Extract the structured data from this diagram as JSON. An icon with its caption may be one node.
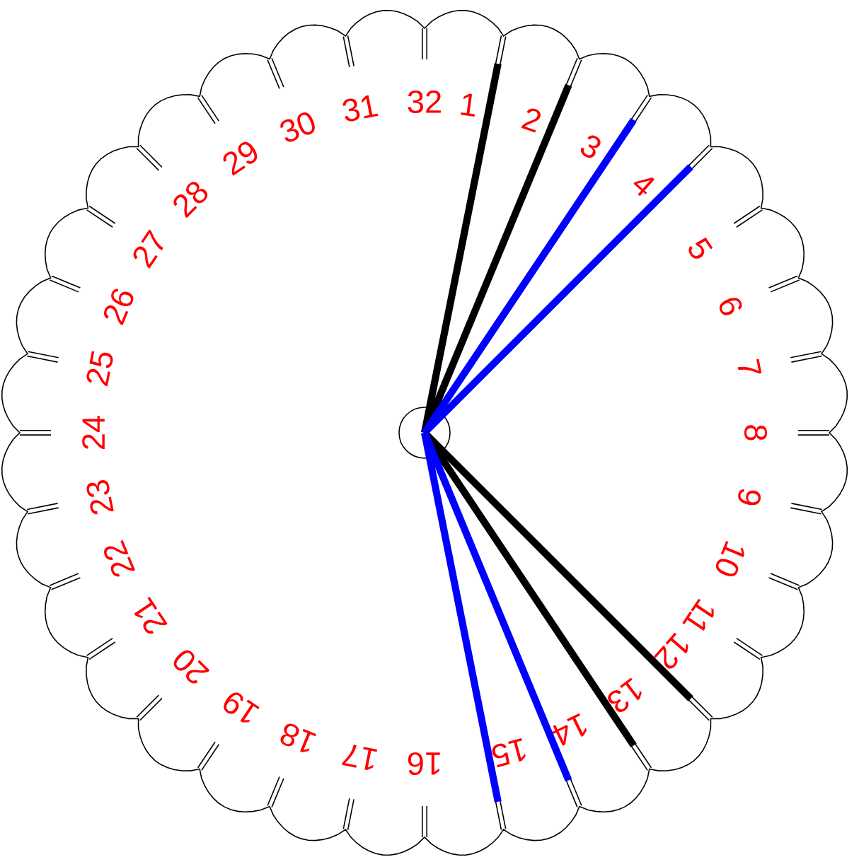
{
  "diagram": {
    "nodes": [
      {
        "text": [],
        "shape": "circle"
      },
      {
        "text": [
          "1"
        ]
      },
      {
        "text": [
          "2"
        ]
      },
      {
        "text": [
          "3"
        ]
      },
      {
        "text": [
          "4"
        ]
      },
      {
        "text": [
          "5"
        ]
      },
      {
        "text": [
          "6"
        ]
      },
      {
        "text": [
          "7"
        ]
      },
      {
        "text": [
          "8"
        ]
      },
      {
        "text": [
          "9"
        ]
      },
      {
        "text": [
          "10"
        ]
      },
      {
        "text": [
          "11"
        ]
      },
      {
        "text": [
          "12"
        ]
      },
      {
        "text": [
          "13"
        ]
      },
      {
        "text": [
          "14"
        ]
      },
      {
        "text": [
          "15"
        ]
      },
      {
        "text": [
          "16"
        ]
      },
      {
        "text": [
          "17"
        ]
      },
      {
        "text": [
          "18"
        ]
      },
      {
        "text": [
          "19"
        ]
      },
      {
        "text": [
          "20"
        ]
      },
      {
        "text": [
          "21"
        ]
      },
      {
        "text": [
          "22"
        ]
      },
      {
        "text": [
          "23"
        ]
      },
      {
        "text": [
          "24"
        ]
      },
      {
        "text": [
          "25"
        ]
      },
      {
        "text": [
          "26"
        ]
      },
      {
        "text": [
          "27"
        ]
      },
      {
        "text": [
          "28"
        ]
      },
      {
        "text": [
          "29"
        ]
      },
      {
        "text": [
          "30"
        ]
      },
      {
        "text": [
          "31"
        ]
      },
      {
        "text": [
          "32"
        ]
      }
    ],
    "edges": [
      {
        "from": 0,
        "to": 1,
        "arrow": "none"
      },
      {
        "from": 0,
        "to": 2,
        "arrow": "none"
      },
      {
        "from": 0,
        "to": 3,
        "arrow": "none",
        "color": "#0000ff"
      },
      {
        "from": 0,
        "to": 4,
        "arrow": "none",
        "color": "#0000ff"
      },
      {
        "from": 0,
        "to": 12,
        "arrow": "none"
      },
      {
        "from": 0,
        "to": 13,
        "arrow": "none"
      },
      {
        "from": 0,
        "to": 14,
        "arrow": "none",
        "color": "#0000ff"
      },
      {
        "from": 0,
        "to": 15,
        "arrow": "none",
        "color": "#0000ff"
      }
    ]
  }
}
